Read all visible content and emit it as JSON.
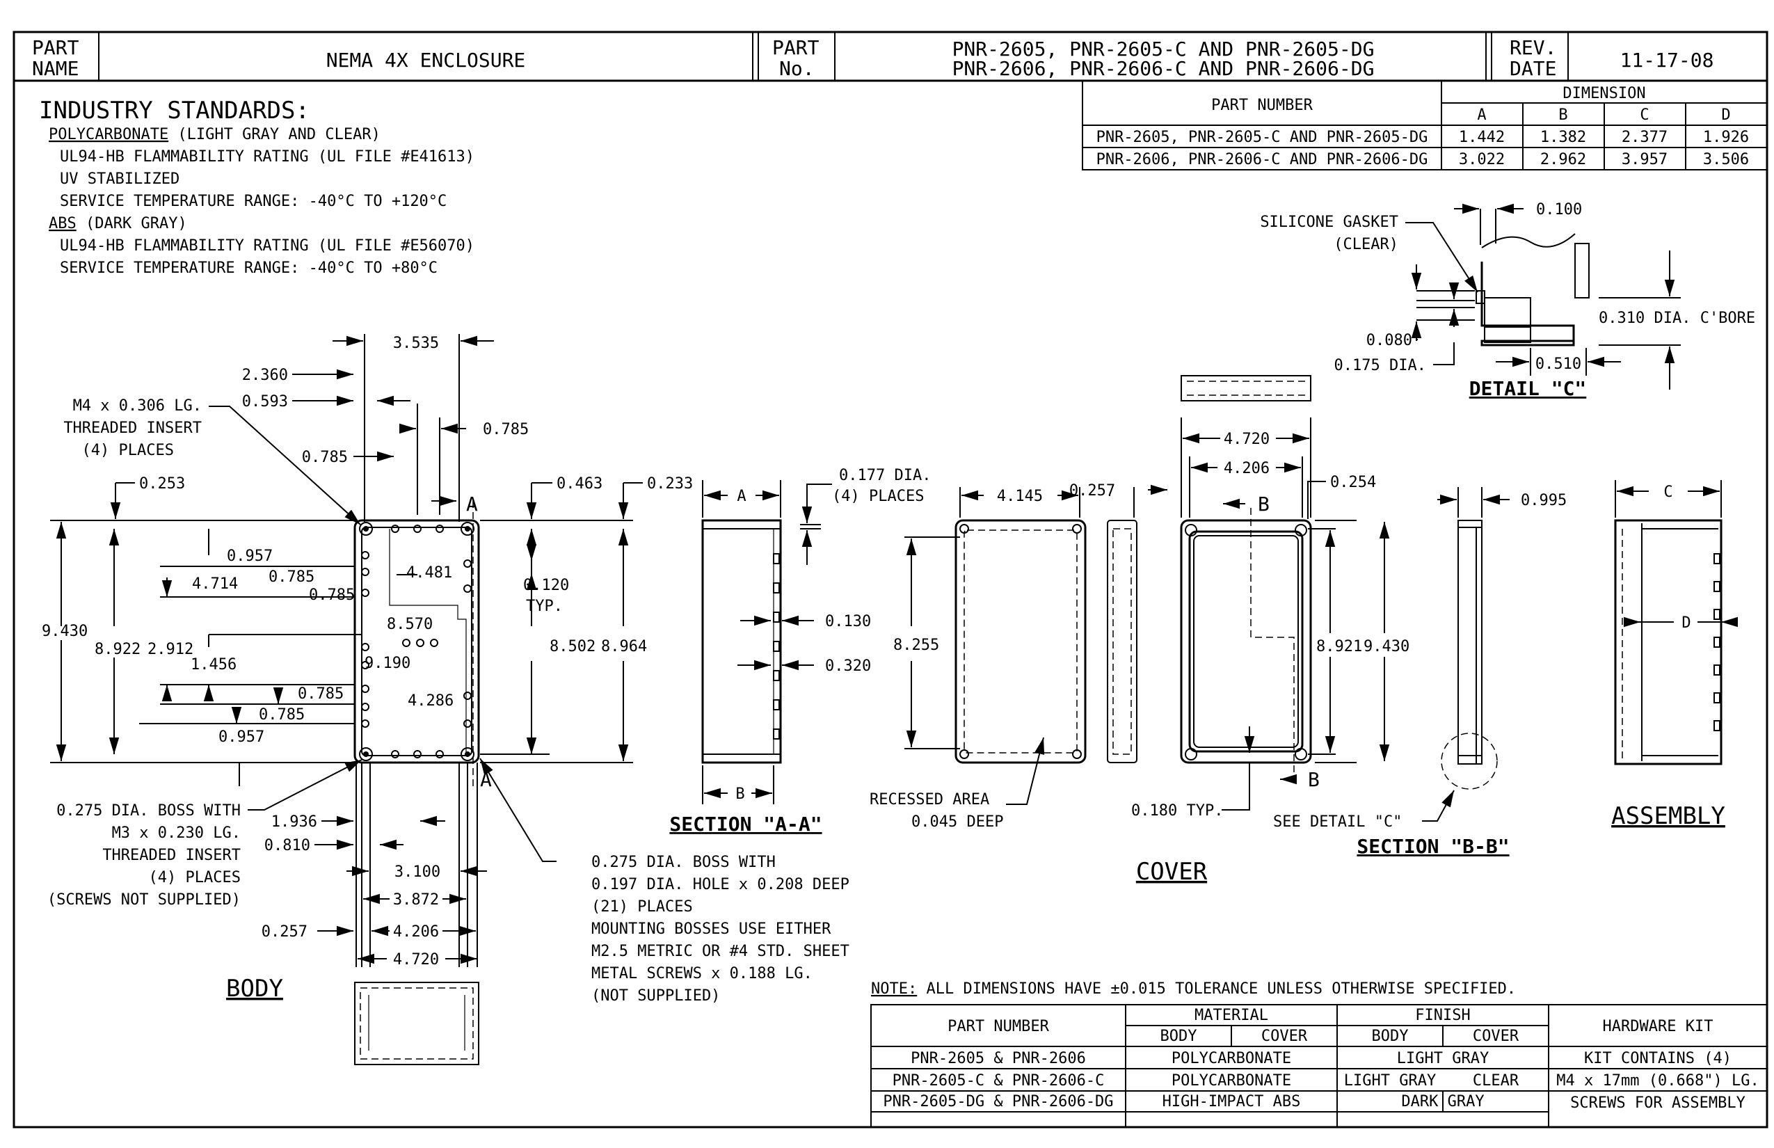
{
  "title_block": {
    "part_name_label_1": "PART",
    "part_name_label_2": "NAME",
    "part_name": "NEMA 4X ENCLOSURE",
    "part_no_label_1": "PART",
    "part_no_label_2": "No.",
    "part_no_line1": "PNR-2605,  PNR-2605-C  AND  PNR-2605-DG",
    "part_no_line2": "PNR-2606,  PNR-2606-C  AND  PNR-2606-DG",
    "rev_label": "REV.",
    "date_label": "DATE",
    "date": "11-17-08"
  },
  "standards": {
    "heading": "INDUSTRY STANDARDS:",
    "poly_name": "POLYCARBONATE",
    "poly_rest": " (LIGHT GRAY AND CLEAR)",
    "poly_l1": "UL94-HB FLAMMABILITY RATING (UL FILE #E41613)",
    "poly_l2": "UV STABILIZED",
    "poly_l3": "SERVICE TEMPERATURE RANGE:  -40°C TO +120°C",
    "abs_name": "ABS",
    "abs_rest": " (DARK GRAY)",
    "abs_l1": "UL94-HB FLAMMABILITY RATING (UL FILE #E56070)",
    "abs_l2": "SERVICE TEMPERATURE RANGE:  -40°C TO +80°C"
  },
  "dim_table": {
    "part_number_header": "PART NUMBER",
    "dimension_header": "DIMENSION",
    "cols": [
      "A",
      "B",
      "C",
      "D"
    ],
    "rows": [
      {
        "part": "PNR-2605, PNR-2605-C AND PNR-2605-DG",
        "values": [
          "1.442",
          "1.382",
          "2.377",
          "1.926"
        ]
      },
      {
        "part": "PNR-2606, PNR-2606-C AND PNR-2606-DG",
        "values": [
          "3.022",
          "2.962",
          "3.957",
          "3.506"
        ]
      }
    ]
  },
  "detail_c": {
    "title": "DETAIL \"C\"",
    "gasket_l1": "SILICONE GASKET",
    "gasket_l2": "(CLEAR)",
    "d_0100": "0.100",
    "d_0310": "0.310 DIA. C'BORE",
    "d_0080": "0.080",
    "d_0175": "0.175 DIA.",
    "d_0510": "0.510"
  },
  "body": {
    "title": "BODY",
    "d_3535": "3.535",
    "d_2360": "2.360",
    "d_0593": "0.593",
    "d_0785_top": "0.785",
    "d_0785_left": "0.785",
    "d_0253": "0.253",
    "d_0463": "0.463",
    "d_0233": "0.233",
    "insert_l1": "M4 x 0.306 LG.",
    "insert_l2": "THREADED INSERT",
    "insert_l3": "(4) PLACES",
    "d_0957a": "0.957",
    "d_4714": "4.714",
    "d_0785a": "0.785",
    "d_0785b": "0.785",
    "d_4481": "4.481",
    "d_0120": "0.120",
    "typ": "TYP.",
    "d_9430": "9.430",
    "d_8922": "8.922",
    "d_2912": "2.912",
    "d_8570": "8.570",
    "d_9190": "9.190",
    "d_1456": "1.456",
    "d_8502": "8.502",
    "d_8964": "8.964",
    "d_0785c": "0.785",
    "d_0785d": "0.785",
    "d_4286": "4.286",
    "d_0957b": "0.957",
    "section_a": "A",
    "boss_l1": "0.275 DIA. BOSS WITH",
    "boss_l2": "M3 x 0.230 LG.",
    "boss_l3": "THREADED INSERT",
    "boss_l4": "(4) PLACES",
    "boss_l5": "(SCREWS NOT SUPPLIED)",
    "d_1936": "1.936",
    "d_0810": "0.810",
    "d_3100": "3.100",
    "d_3872": "3.872",
    "d_0257": "0.257",
    "d_4206": "4.206",
    "d_4720": "4.720",
    "hole_l1": "0.275 DIA. BOSS WITH",
    "hole_l2": "0.197 DIA. HOLE x 0.208 DEEP",
    "hole_l3": "(21) PLACES",
    "hole_l4": "MOUNTING BOSSES USE EITHER",
    "hole_l5": "M2.5 METRIC OR #4 STD. SHEET",
    "hole_l6": "METAL SCREWS x 0.188 LG.",
    "hole_l7": "(NOT SUPPLIED)"
  },
  "section_aa": {
    "title": "SECTION \"A-A\"",
    "a": "A",
    "b": "B",
    "d_0177_l1": "0.177 DIA.",
    "d_0177_l2": "(4) PLACES",
    "d_0130": "0.130",
    "d_0320": "0.320"
  },
  "cover": {
    "title": "COVER",
    "d_4145": "4.145",
    "d_8255": "8.255",
    "recess_l1": "RECESSED AREA",
    "recess_l2": "0.045 DEEP",
    "d_0257": "0.257",
    "d_4720": "4.720",
    "d_4206": "4.206",
    "d_0254": "0.254",
    "d_8921": "8.921",
    "d_9430": "9.430",
    "d_0180": "0.180 TYP.",
    "b_top": "B",
    "b_bot": "B"
  },
  "section_bb": {
    "title": "SECTION \"B-B\"",
    "d_0995": "0.995",
    "see_detail": "SEE DETAIL \"C\""
  },
  "assembly": {
    "title": "ASSEMBLY",
    "c": "C",
    "d": "D"
  },
  "note": {
    "label": "NOTE:",
    "text": " ALL DIMENSIONS HAVE ±0.015 TOLERANCE UNLESS OTHERWISE SPECIFIED."
  },
  "material_table": {
    "part_number_header": "PART NUMBER",
    "material_header": "MATERIAL",
    "finish_header": "FINISH",
    "hardware_header": "HARDWARE KIT",
    "body": "BODY",
    "cover": "COVER",
    "rows": [
      {
        "part": "PNR-2605 & PNR-2606",
        "material": "POLYCARBONATE",
        "finish": "LIGHT GRAY"
      },
      {
        "part": "PNR-2605-C & PNR-2606-C",
        "material": "POLYCARBONATE",
        "finish_body": "LIGHT GRAY",
        "finish_cover": "CLEAR"
      },
      {
        "part": "PNR-2605-DG & PNR-2606-DG",
        "material": "HIGH-IMPACT ABS",
        "finish": "DARK GRAY"
      }
    ],
    "kit_l1": "KIT CONTAINS (4)",
    "kit_l2": "M4 x 17mm (0.668\") LG.",
    "kit_l3": "SCREWS FOR ASSEMBLY"
  }
}
